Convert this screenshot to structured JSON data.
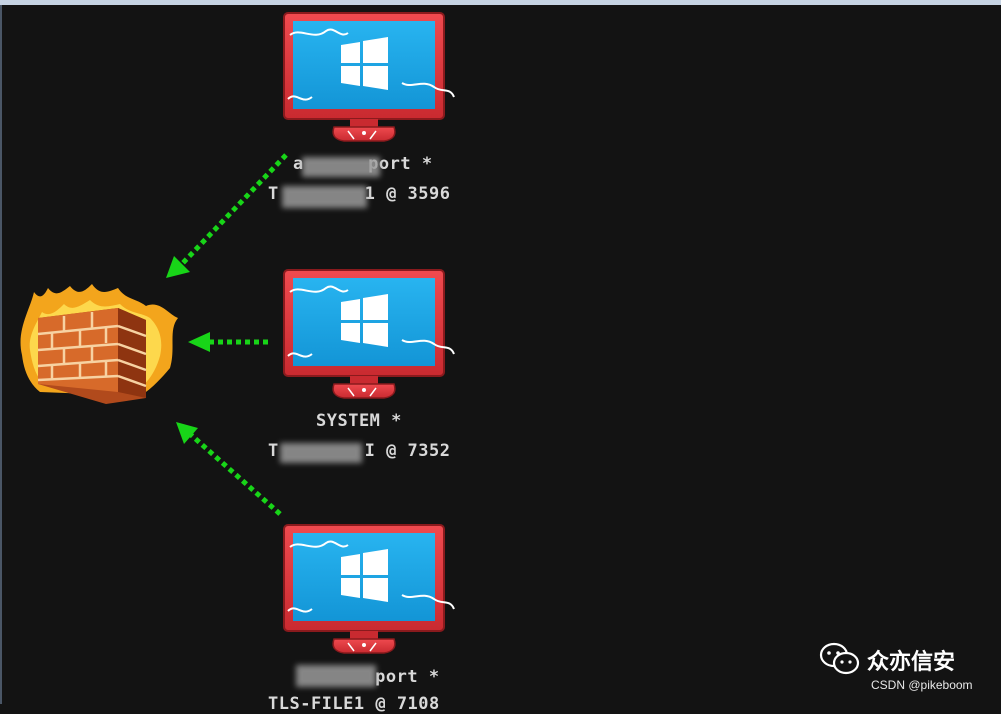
{
  "hosts": [
    {
      "label1": "a      port *",
      "label2": "T        1 @ 3596"
    },
    {
      "label1": "SYSTEM *",
      "label2": "T        I @ 7352"
    },
    {
      "label1": "       port *",
      "label2": "TLS-FILE1 @ 7108"
    }
  ],
  "watermark": {
    "brand": "众亦信安",
    "credit": "CSDN @pikeboom"
  },
  "colors": {
    "arrow": "#18d518",
    "monitor_frame": "#e0353a",
    "screen": "#1aa6e6",
    "background": "#131313"
  },
  "icons": [
    "firewall-icon",
    "windows-monitor-icon",
    "wechat-icon"
  ]
}
